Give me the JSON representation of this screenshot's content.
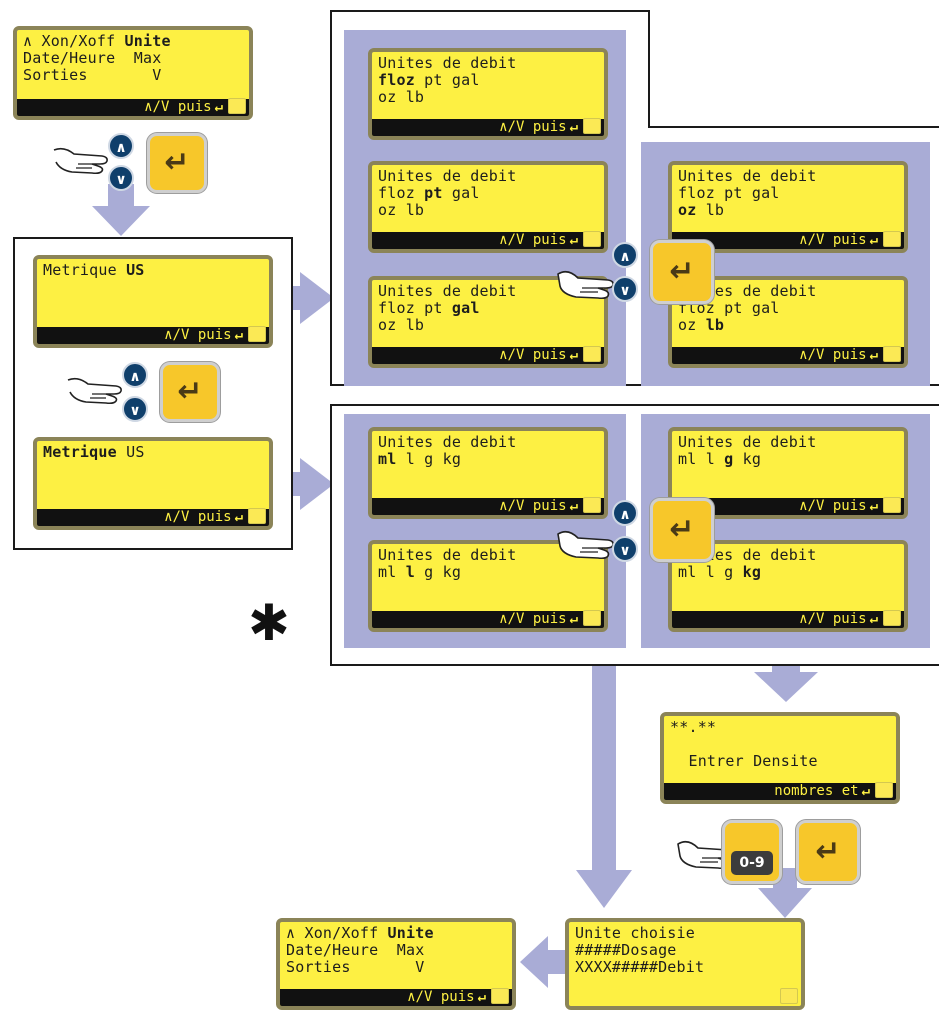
{
  "screens": {
    "menu_top": {
      "lines": [
        {
          "segments": [
            {
              "t": "∧ Xon/Xoff ",
              "b": false
            },
            {
              "t": "Unite",
              "b": true
            }
          ]
        },
        {
          "segments": [
            {
              "t": "Date/Heure  Max",
              "b": false
            }
          ]
        },
        {
          "segments": [
            {
              "t": "Sorties       V",
              "b": false
            }
          ]
        }
      ],
      "bar": "∧/V puis"
    },
    "metrique_us_sel_us": {
      "lines": [
        {
          "segments": [
            {
              "t": "Metrique ",
              "b": false
            },
            {
              "t": "US",
              "b": true
            }
          ]
        }
      ],
      "bar": "∧/V puis"
    },
    "metrique_us_sel_metrique": {
      "lines": [
        {
          "segments": [
            {
              "t": "Metrique",
              "b": true
            },
            {
              "t": " US",
              "b": false
            }
          ]
        }
      ],
      "bar": "∧/V puis"
    },
    "us_floz": {
      "lines": [
        {
          "segments": [
            {
              "t": "Unites de debit",
              "b": false
            }
          ]
        },
        {
          "segments": [
            {
              "t": "floz",
              "b": true
            },
            {
              "t": " pt gal",
              "b": false
            }
          ]
        },
        {
          "segments": [
            {
              "t": "oz lb",
              "b": false
            }
          ]
        }
      ],
      "bar": "∧/V puis"
    },
    "us_pt": {
      "lines": [
        {
          "segments": [
            {
              "t": "Unites de debit",
              "b": false
            }
          ]
        },
        {
          "segments": [
            {
              "t": "floz ",
              "b": false
            },
            {
              "t": "pt",
              "b": true
            },
            {
              "t": " gal",
              "b": false
            }
          ]
        },
        {
          "segments": [
            {
              "t": "oz lb",
              "b": false
            }
          ]
        }
      ],
      "bar": "∧/V puis"
    },
    "us_gal": {
      "lines": [
        {
          "segments": [
            {
              "t": "Unites de debit",
              "b": false
            }
          ]
        },
        {
          "segments": [
            {
              "t": "floz pt ",
              "b": false
            },
            {
              "t": "gal",
              "b": true
            }
          ]
        },
        {
          "segments": [
            {
              "t": "oz lb",
              "b": false
            }
          ]
        }
      ],
      "bar": "∧/V puis"
    },
    "us_oz": {
      "lines": [
        {
          "segments": [
            {
              "t": "Unites de debit",
              "b": false
            }
          ]
        },
        {
          "segments": [
            {
              "t": "floz pt gal",
              "b": false
            }
          ]
        },
        {
          "segments": [
            {
              "t": "oz",
              "b": true
            },
            {
              "t": " lb",
              "b": false
            }
          ]
        }
      ],
      "bar": "∧/V puis"
    },
    "us_lb": {
      "lines": [
        {
          "segments": [
            {
              "t": "Unites de debit",
              "b": false
            }
          ]
        },
        {
          "segments": [
            {
              "t": "floz pt gal",
              "b": false
            }
          ]
        },
        {
          "segments": [
            {
              "t": "oz ",
              "b": false
            },
            {
              "t": "lb",
              "b": true
            }
          ]
        }
      ],
      "bar": "∧/V puis"
    },
    "met_ml": {
      "lines": [
        {
          "segments": [
            {
              "t": "Unites de debit",
              "b": false
            }
          ]
        },
        {
          "segments": [
            {
              "t": "ml",
              "b": true
            },
            {
              "t": " l g kg",
              "b": false
            }
          ]
        }
      ],
      "bar": "∧/V puis"
    },
    "met_l": {
      "lines": [
        {
          "segments": [
            {
              "t": "Unites de debit",
              "b": false
            }
          ]
        },
        {
          "segments": [
            {
              "t": "ml ",
              "b": false
            },
            {
              "t": "l",
              "b": true
            },
            {
              "t": " g kg",
              "b": false
            }
          ]
        }
      ],
      "bar": "∧/V puis"
    },
    "met_g": {
      "lines": [
        {
          "segments": [
            {
              "t": "Unites de debit",
              "b": false
            }
          ]
        },
        {
          "segments": [
            {
              "t": "ml l ",
              "b": false
            },
            {
              "t": "g",
              "b": true
            },
            {
              "t": " kg",
              "b": false
            }
          ]
        }
      ],
      "bar": "∧/V puis"
    },
    "met_kg": {
      "lines": [
        {
          "segments": [
            {
              "t": "Unites de debit",
              "b": false
            }
          ]
        },
        {
          "segments": [
            {
              "t": "ml l g ",
              "b": false
            },
            {
              "t": "kg",
              "b": true
            }
          ]
        }
      ],
      "bar": "∧/V puis"
    },
    "densite": {
      "lines": [
        {
          "segments": [
            {
              "t": "**.**",
              "b": false
            }
          ]
        },
        {
          "segments": [
            {
              "t": "",
              "b": false
            }
          ]
        },
        {
          "segments": [
            {
              "t": "  Entrer Densite",
              "b": false
            }
          ]
        }
      ],
      "bar": "nombres et"
    },
    "unite_choisie": {
      "lines": [
        {
          "segments": [
            {
              "t": "Unite choisie",
              "b": false
            }
          ]
        },
        {
          "segments": [
            {
              "t": "#####Dosage",
              "b": false
            }
          ]
        },
        {
          "segments": [
            {
              "t": "XXXX#####Debit",
              "b": false
            }
          ]
        }
      ],
      "bar": ""
    },
    "menu_bottom": {
      "lines": [
        {
          "segments": [
            {
              "t": "∧ Xon/Xoff ",
              "b": false
            },
            {
              "t": "Unite",
              "b": true
            }
          ]
        },
        {
          "segments": [
            {
              "t": "Date/Heure  Max",
              "b": false
            }
          ]
        },
        {
          "segments": [
            {
              "t": "Sorties       V",
              "b": false
            }
          ]
        }
      ],
      "bar": "∧/V puis"
    }
  },
  "keys": {
    "enter_symbol": "↵",
    "numeric_label": "0-9",
    "up_symbol": "∧",
    "down_symbol": "∨"
  },
  "marks": {
    "asterisk": "✱"
  },
  "colors": {
    "lcd": "#fdf043",
    "band": "#a9acd6",
    "key": "#f7c72a",
    "arrow_button": "#0f3f6b"
  }
}
